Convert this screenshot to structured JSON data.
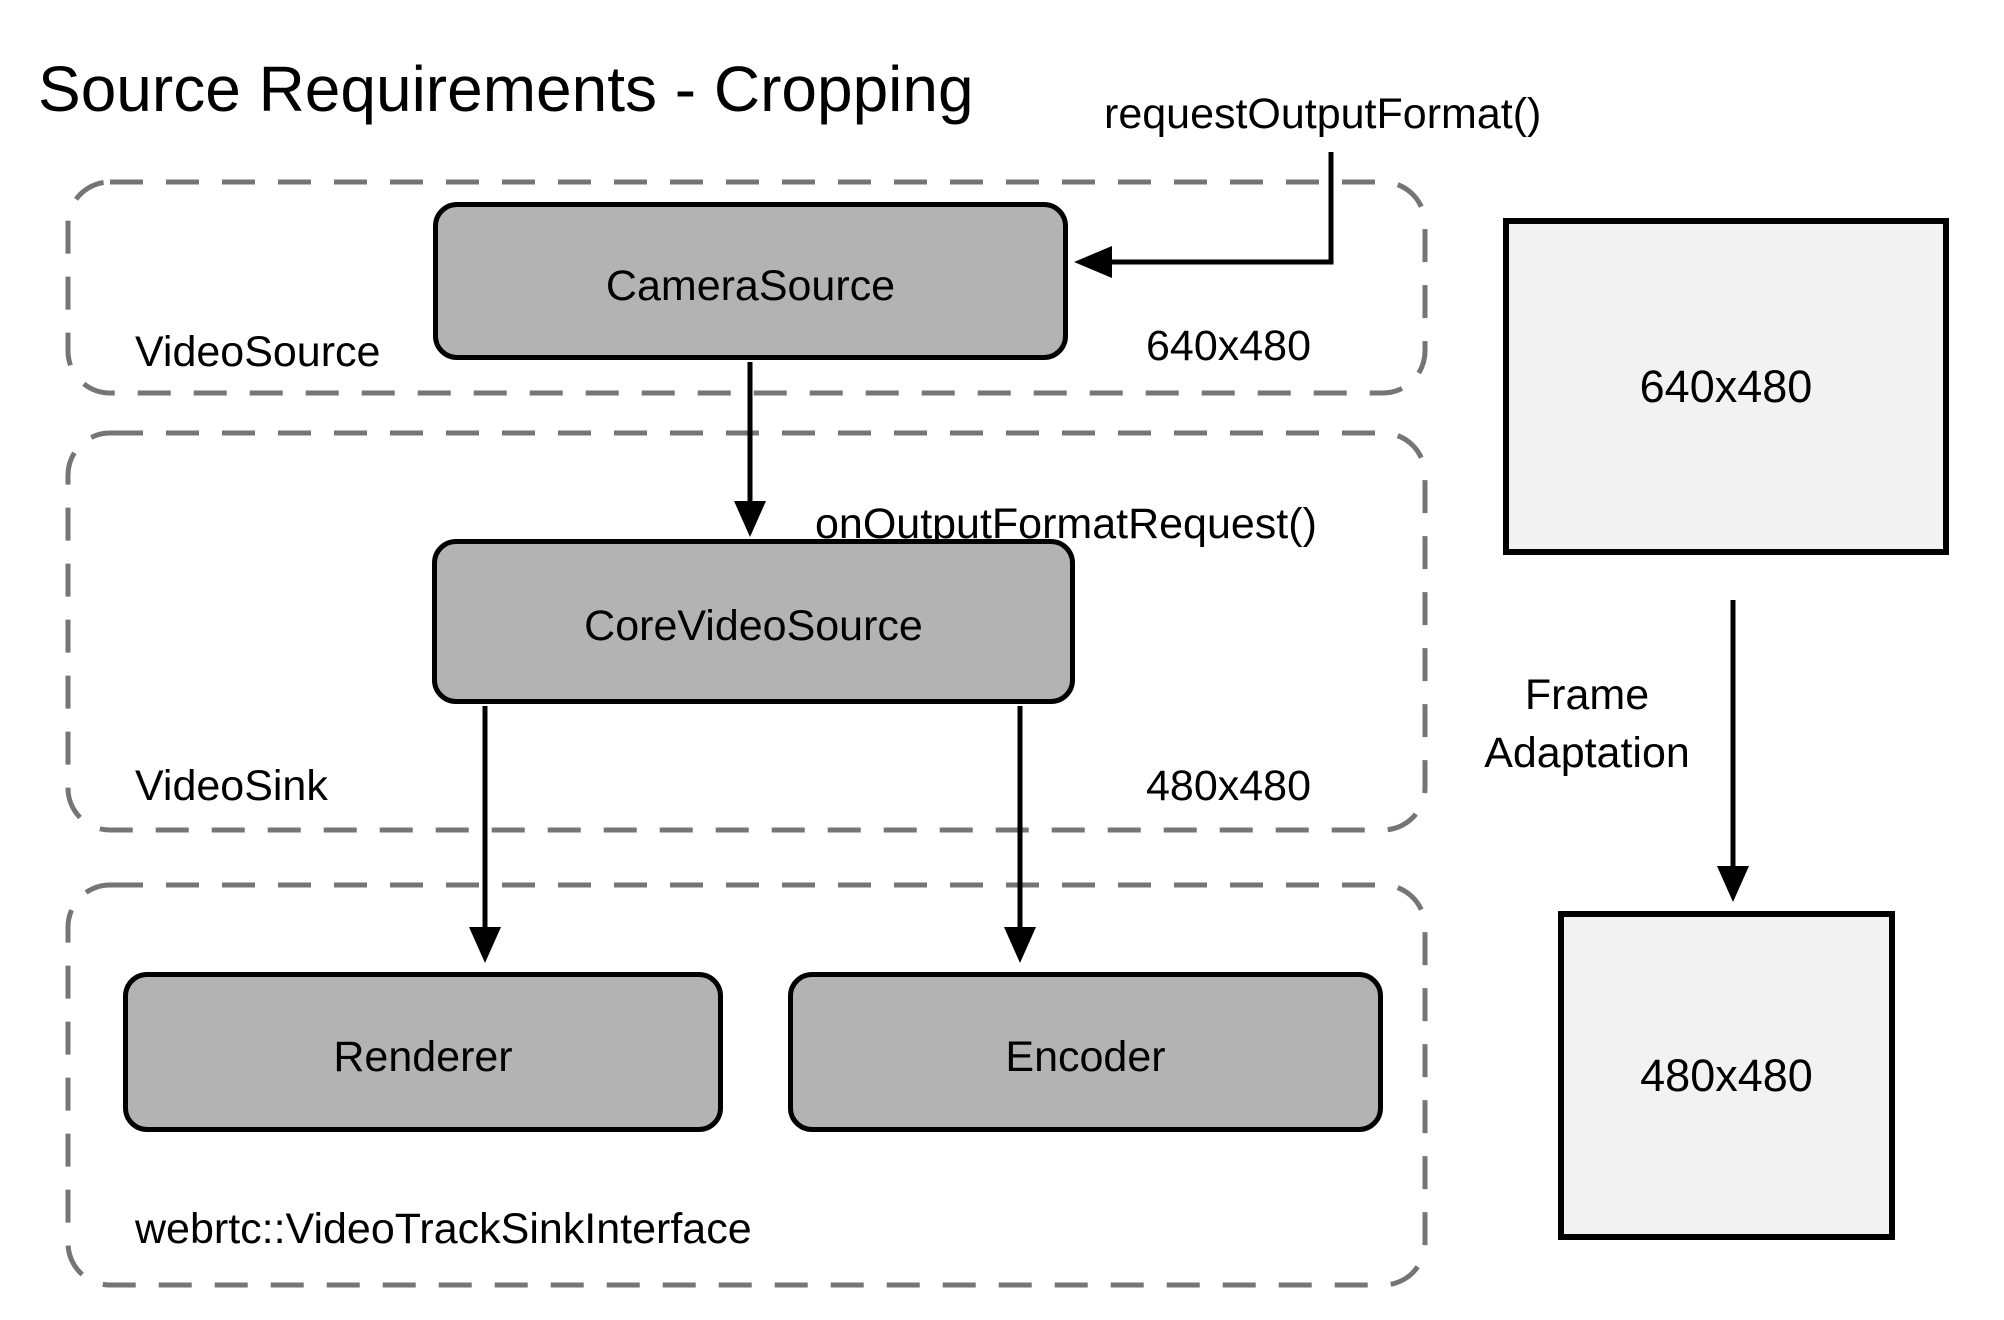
{
  "title": "Source Requirements - Cropping",
  "callouts": {
    "request_output_format": "requestOutputFormat()",
    "on_output_format_request": "onOutputFormatRequest()"
  },
  "sections": {
    "video_source": {
      "label": "VideoSource",
      "resolution": "640x480",
      "node": {
        "label": "CameraSource"
      }
    },
    "video_sink": {
      "label": "VideoSink",
      "resolution": "480x480",
      "node": {
        "label": "CoreVideoSource"
      }
    },
    "sink_interface": {
      "label": "webrtc::VideoTrackSinkInterface",
      "renderer": {
        "label": "Renderer"
      },
      "encoder": {
        "label": "Encoder"
      }
    }
  },
  "adaptation": {
    "label": "Frame Adaptation",
    "input_frame": "640x480",
    "output_frame": "480x480"
  },
  "colors": {
    "node_fill": "#b3b3b3",
    "frame_fill": "#f2f2f2",
    "dashed_border": "#757575",
    "line": "#000000"
  }
}
